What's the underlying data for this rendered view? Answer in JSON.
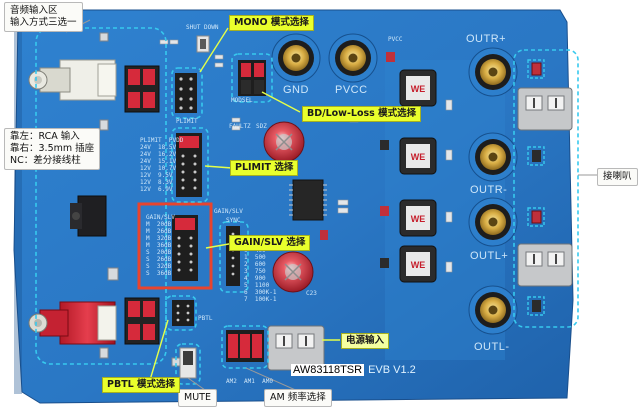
{
  "board": {
    "name_part1": "AW83118TSR",
    "name_part2": "EVB  V1.2",
    "terminals": {
      "outr_plus": "OUTR+",
      "outr_minus": "OUTR-",
      "outl_plus": "OUTL+",
      "outl_minus": "OUTL-",
      "gnd": "GND",
      "pvcc": "PVCC"
    },
    "silkscreen": {
      "shut_down": "SHUT DOWN",
      "mono": "MONO",
      "modsel": "MODSEL",
      "plimit": "PLIMIT",
      "faultz": "FAULTZ",
      "sdz": "SDZ",
      "gain_slv": "GAIN/SLV",
      "sync": "SYNC",
      "pbtl": "PBTL",
      "am_labels": "AM2  AM1  AM0",
      "plimit_table": "PLIMIT  PVDD\n24V  18.5V\n24V  16.2V\n24V  15.1V\n12V  10.7V\n12V  9.5V\n12V  8.3V\n12V  6.9V",
      "gain_table": "GAIN/SLV\nM  20dB\nM  26dB\nM  32dB\nM  36dB\nS  20dB\nS  26dB\nS  32dB\nS  36dB",
      "am_table": "AM  FREQ\n0  400\n1  500\n2  600\n3  750\n4  900\n5  1100\n6  300K-1\n7  100K-1",
      "pvcc_small": "PVCC",
      "c23": "C23"
    }
  },
  "callouts": {
    "audio_input": "音频输入区\n输入方式三选一",
    "input_modes": "靠左：RCA 输入\n靠右：3.5mm 插座\nNC：差分接线柱",
    "speaker": "接喇叭",
    "mute": "MUTE",
    "am_freq": "AM 频率选择"
  },
  "badges": {
    "mono": "MONO 模式选择",
    "bd_lowloss": "BD/Low-Loss 模式选择",
    "plimit": "PLIMIT 选择",
    "gain_slv": "GAIN/SLV 选择",
    "power_input": "电源输入",
    "pbtl": "PBTL 模式选择"
  },
  "colors": {
    "pcb_blue": "#2a78c7",
    "pcb_dark": "#1e5fa8",
    "highlight_yellow": "#e9ff2c",
    "dash_cyan": "#37c9ee",
    "red_box": "#e8442e",
    "header_red": "#d7263d",
    "gold": "#d7a93f"
  }
}
